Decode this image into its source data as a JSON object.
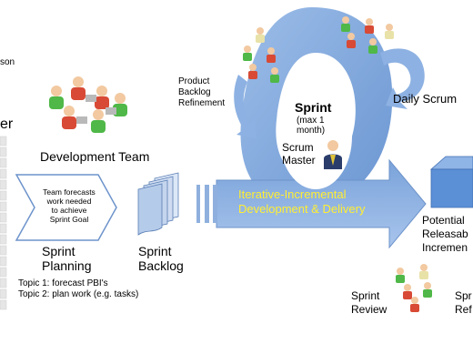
{
  "left_edge": {
    "fragment_1": "son",
    "fragment_2": "er"
  },
  "development_team": {
    "label": "Development Team"
  },
  "planning": {
    "forecast_note": [
      "Team forecasts",
      "work needed",
      "to achieve",
      "Sprint Goal"
    ],
    "label": [
      "Sprint",
      "Planning"
    ],
    "topic_1": "Topic 1: forecast PBI's",
    "topic_2": "Topic 2: plan work (e.g. tasks)"
  },
  "sprint_backlog": {
    "label": [
      "Sprint",
      "Backlog"
    ]
  },
  "product_backlog_refinement": {
    "label": [
      "Product",
      "Backlog",
      "Refinement"
    ]
  },
  "sprint_cycle": {
    "title": "Sprint",
    "subtitle": [
      "(max 1",
      "month)"
    ],
    "scrum_master": [
      "Scrum",
      "Master"
    ]
  },
  "daily_scrum": {
    "label": "Daily Scrum"
  },
  "delivery_arrow": {
    "label": [
      "Iterative-Incremental",
      "Development & Delivery"
    ]
  },
  "increment": {
    "label": [
      "Potential",
      "Releasab",
      "Incremen"
    ]
  },
  "sprint_review": {
    "label": [
      "Sprint",
      "Review"
    ]
  },
  "retrospective_fragment": {
    "label": [
      "Spr",
      "Ref"
    ]
  },
  "colors": {
    "arrow_blue": "#7ea6dc",
    "arrow_blue_light": "#b9cfee",
    "arrow_text": "#ffee33",
    "cube_blue": "#5b8fd6",
    "person_green": "#4fb848",
    "person_red": "#d84a35",
    "skin": "#f2c9a0"
  }
}
